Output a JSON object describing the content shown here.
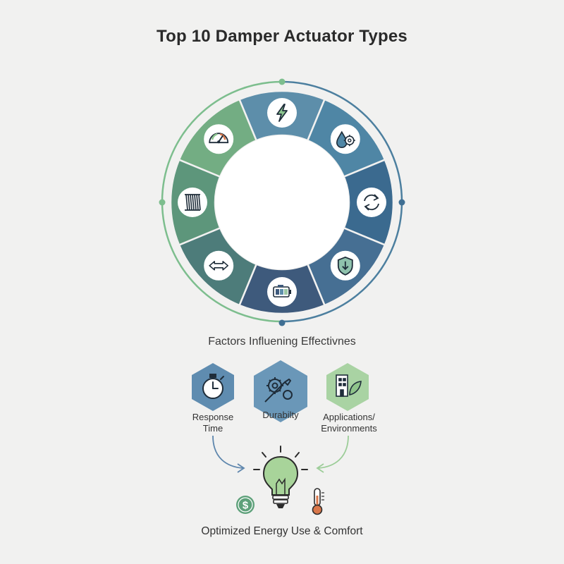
{
  "title": "Top 10 Damper Actuator Types",
  "wheel": {
    "segments": [
      {
        "icon": "lightning-bolt-icon",
        "color": "#5d8eaa"
      },
      {
        "icon": "water-drop-gear-icon",
        "color": "#4f86a5"
      },
      {
        "icon": "rotate-arrows-icon",
        "color": "#3b6a8f"
      },
      {
        "icon": "shield-down-arrow-icon",
        "color": "#466f93"
      },
      {
        "icon": "battery-level-icon",
        "color": "#3e5a7c"
      },
      {
        "icon": "double-arrow-icon",
        "color": "#4d7c7a"
      },
      {
        "icon": "spring-coil-icon",
        "color": "#5d967b"
      },
      {
        "icon": "pressure-gauge-icon",
        "color": "#73ad83"
      }
    ]
  },
  "factors": {
    "heading": "Factors Influening Effectivnes",
    "items": [
      {
        "label_line1": "Response",
        "label_line2": "Time",
        "icon": "stopwatch-icon",
        "color": "#5f8cb0"
      },
      {
        "label_line1": "Durabilty",
        "label_line2": "",
        "icon": "gears-wrench-icon",
        "color": "#6a97b8"
      },
      {
        "label_line1": "Applications/",
        "label_line2": "Environments",
        "icon": "building-leaf-icon",
        "color": "#a9d3a3"
      }
    ]
  },
  "outcome": {
    "label": "Optimized Energy Use & Comfort",
    "icons": [
      "dollar-coin-icon",
      "lightbulb-icon",
      "thermometer-icon"
    ],
    "colors": {
      "bulb": "#a8d49a",
      "coin": "#5ea17a",
      "thermo": "#d9774a"
    }
  }
}
